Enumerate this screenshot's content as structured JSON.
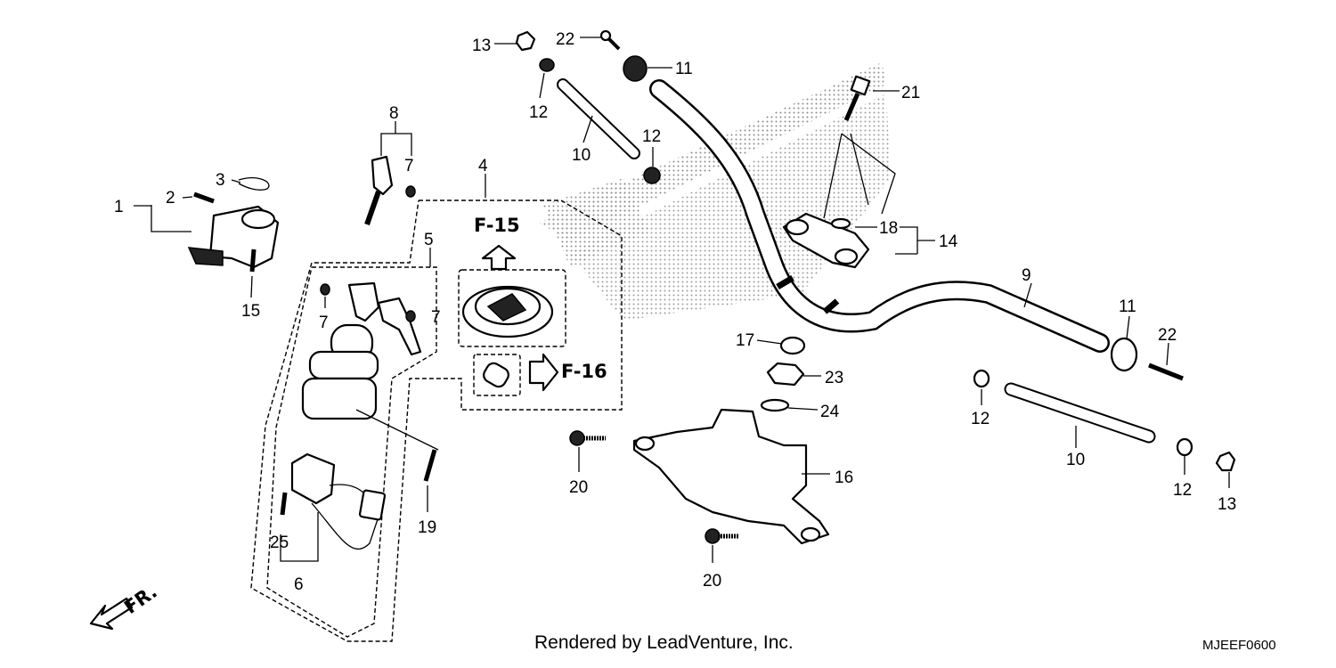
{
  "diagram": {
    "callouts": {
      "c1": "1",
      "c2": "2",
      "c3": "3",
      "c4": "4",
      "c5": "5",
      "c6": "6",
      "c7a": "7",
      "c7b": "7",
      "c7c": "7",
      "c8": "8",
      "c9": "9",
      "c10a": "10",
      "c10b": "10",
      "c11a": "11",
      "c11b": "11",
      "c12a": "12",
      "c12b": "12",
      "c12c": "12",
      "c12d": "12",
      "c13a": "13",
      "c13b": "13",
      "c14": "14",
      "c15": "15",
      "c16": "16",
      "c17": "17",
      "c18": "18",
      "c19": "19",
      "c20a": "20",
      "c20b": "20",
      "c21": "21",
      "c22a": "22",
      "c22b": "22",
      "c23": "23",
      "c24": "24",
      "c25": "25"
    },
    "refs": {
      "f15": "F-15",
      "f16": "F-16",
      "front": "FR."
    },
    "footer": "Rendered by LeadVenture, Inc.",
    "diagram_code": "MJEEF0600"
  }
}
